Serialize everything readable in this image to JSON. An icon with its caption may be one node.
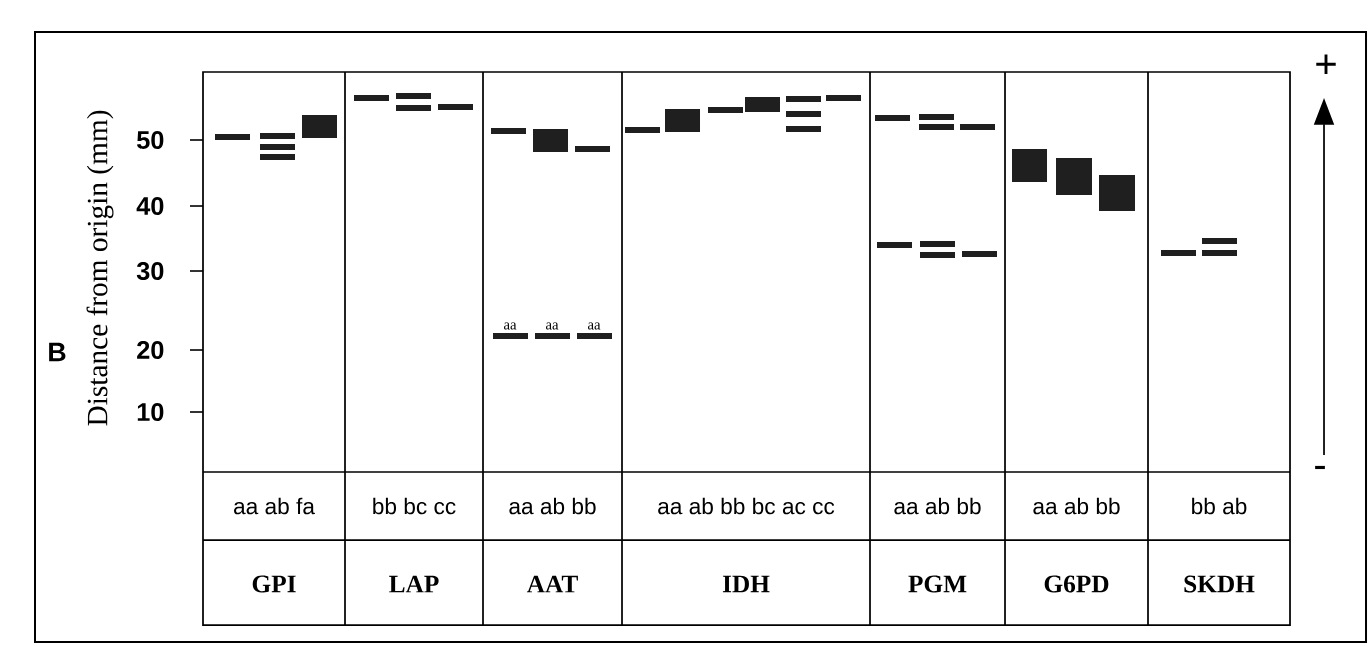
{
  "diagram": {
    "labels": [
      "+",
      "Distance from origin (mm)",
      "50",
      "40",
      "30",
      "20",
      "10",
      "aa",
      "aa",
      "aa",
      "B",
      "-",
      "aa ab fa",
      "bb bc cc",
      "aa ab bb",
      "aa ab bb bc ac cc",
      "aa ab bb",
      "aa ab bb",
      "bb ab",
      "GPI",
      "LAP",
      "AAT",
      "IDH",
      "PGM",
      "G6PD",
      "SKDH"
    ]
  }
}
